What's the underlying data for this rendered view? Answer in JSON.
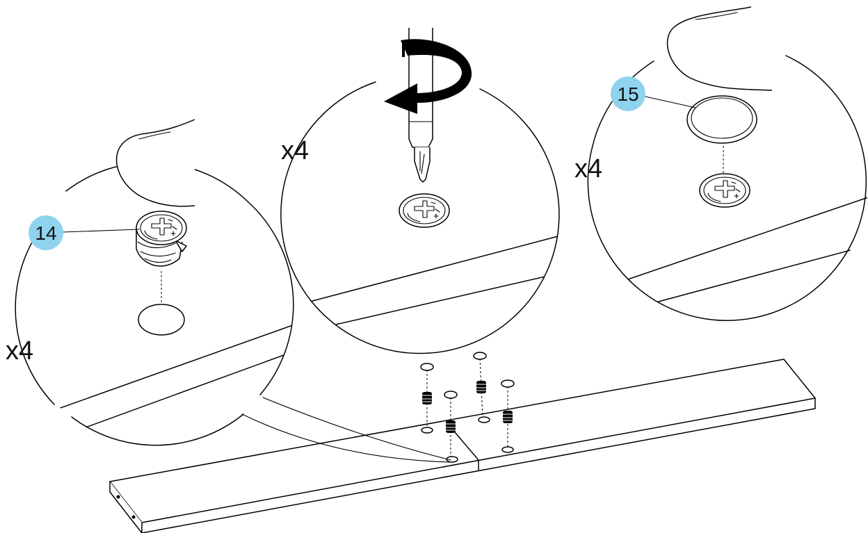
{
  "steps": [
    {
      "quantity": "x4",
      "part_number": "14"
    },
    {
      "quantity": "x4"
    },
    {
      "quantity": "x4",
      "part_number": "15"
    }
  ],
  "colors": {
    "part_badge": "#8fd3ee",
    "line": "#000000",
    "background": "#ffffff"
  },
  "icons": [
    "finger-icon",
    "cam-lock-icon",
    "screwdriver-icon",
    "rotate-arrow-icon",
    "cover-cap-icon"
  ]
}
